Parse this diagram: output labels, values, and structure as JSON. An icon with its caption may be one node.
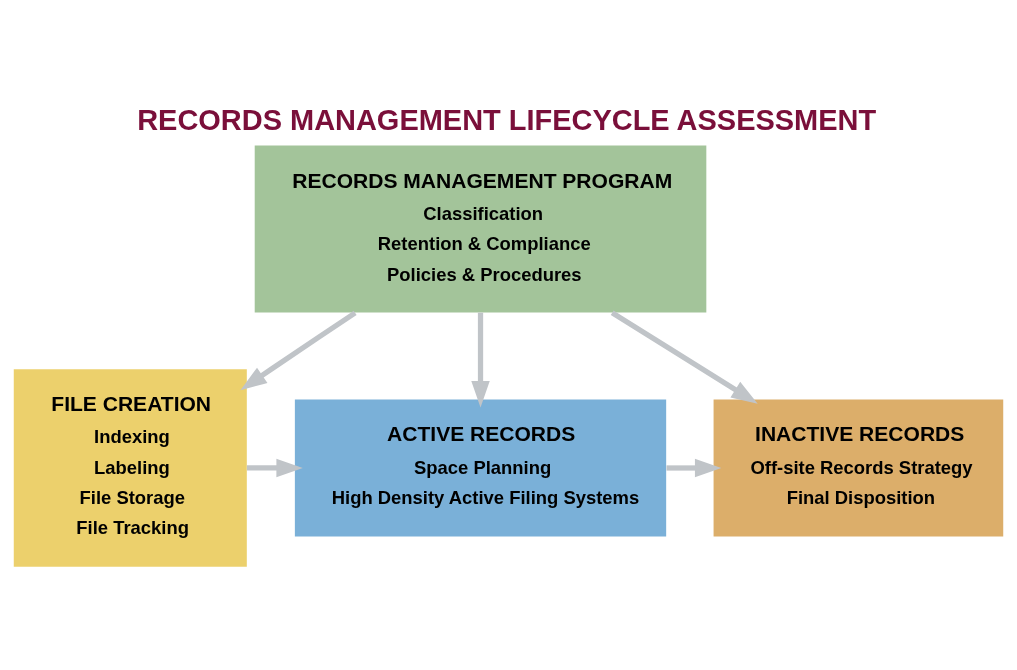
{
  "diagram": {
    "title": "RECORDS MANAGEMENT LIFECYCLE ASSESSMENT",
    "nodes": [
      {
        "text": [
          "RECORDS MANAGEMENT PROGRAM",
          "Classification",
          "Retention & Compliance",
          "Policies & Procedures"
        ]
      },
      {
        "text": [
          "FILE CREATION",
          "Indexing",
          "Labeling",
          "File Storage",
          "File Tracking"
        ]
      },
      {
        "text": [
          "ACTIVE RECORDS",
          "Space Planning",
          "High Density Active Filing Systems"
        ]
      },
      {
        "text": [
          "INACTIVE RECORDS",
          "Off-site Records Strategy",
          "Final Disposition"
        ]
      }
    ],
    "edges": [
      {
        "from": 0,
        "to": 1,
        "arrow": "to"
      },
      {
        "from": 0,
        "to": 2,
        "arrow": "to"
      },
      {
        "from": 0,
        "to": 3,
        "arrow": "to"
      },
      {
        "from": 1,
        "to": 2,
        "arrow": "to"
      },
      {
        "from": 2,
        "to": 3,
        "arrow": "to"
      }
    ]
  }
}
